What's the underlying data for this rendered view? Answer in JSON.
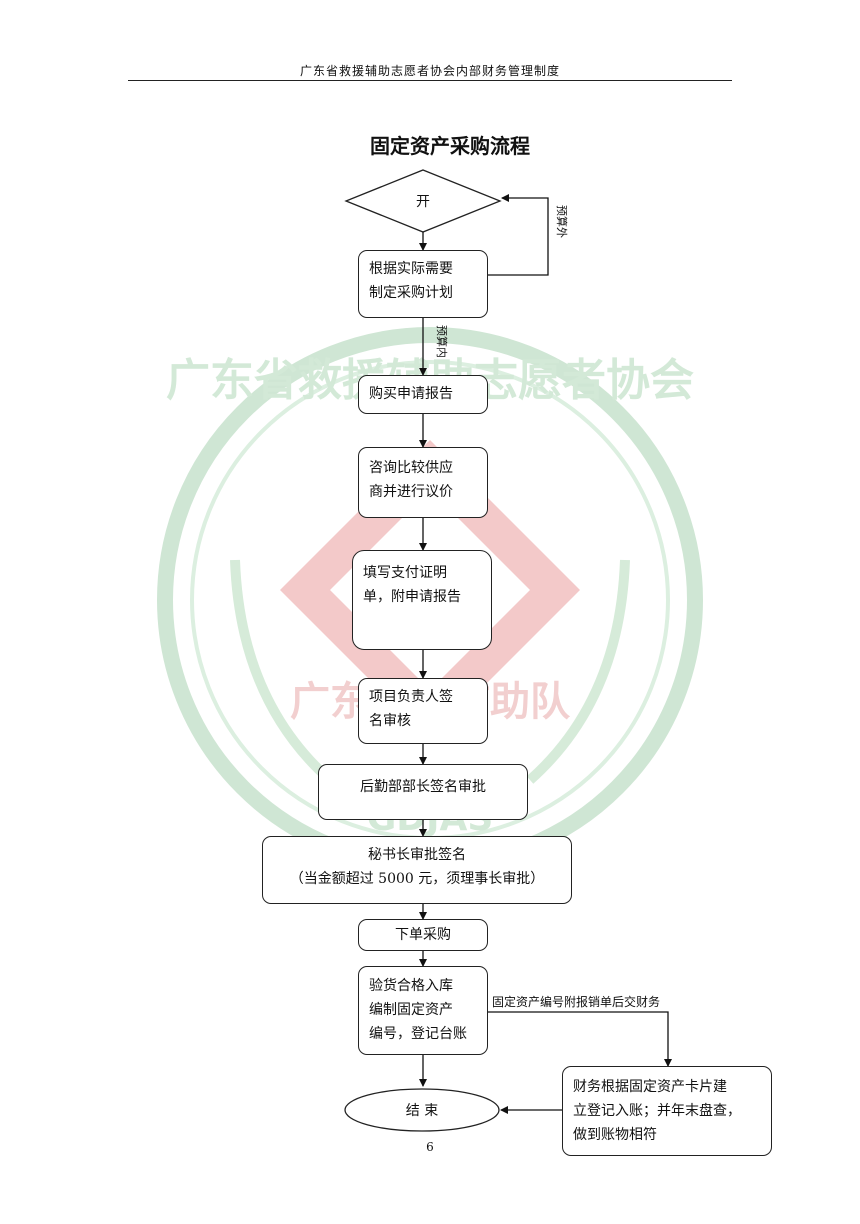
{
  "header": {
    "text": "广东省救援辅助志愿者协会内部财务管理制度"
  },
  "title": "固定资产采购流程",
  "watermark": {
    "top_text": "广东省救援辅助志愿者协会",
    "bottom_text": "广东救援辅助队",
    "code": "GDJAS",
    "color_ring": "#cfe6d4",
    "color_diamond": "#f3c9c9"
  },
  "flow": {
    "start": "开",
    "end": "结  束",
    "steps": {
      "plan_line1": "根据实际需要",
      "plan_line2": "制定采购计划",
      "apply": "购买申请报告",
      "inquiry_line1": "咨询比较供应",
      "inquiry_line2": "商并进行议价",
      "payment_line1": "填写支付证明",
      "payment_line2": "单，附申请报告",
      "leader_line1": "项目负责人签",
      "leader_line2": "名审核",
      "logistics": "后勤部部长签名审批",
      "secretary_line1": "秘书长审批签名",
      "secretary_line2": "（当金额超过 5000 元，须理事长审批）",
      "order": "下单采购",
      "inspect_line1": "验货合格入库",
      "inspect_line2": "编制固定资产",
      "inspect_line3": "编号，登记台账",
      "finance_line1": "财务根据固定资产卡片建",
      "finance_line2": "立登记入账；并年末盘查，",
      "finance_line3": "做到账物相符"
    },
    "labels": {
      "over_budget": "预算外",
      "within_budget": "预算内",
      "to_finance": "固定资产编号附报销单后交财务"
    }
  },
  "page_number": "6"
}
